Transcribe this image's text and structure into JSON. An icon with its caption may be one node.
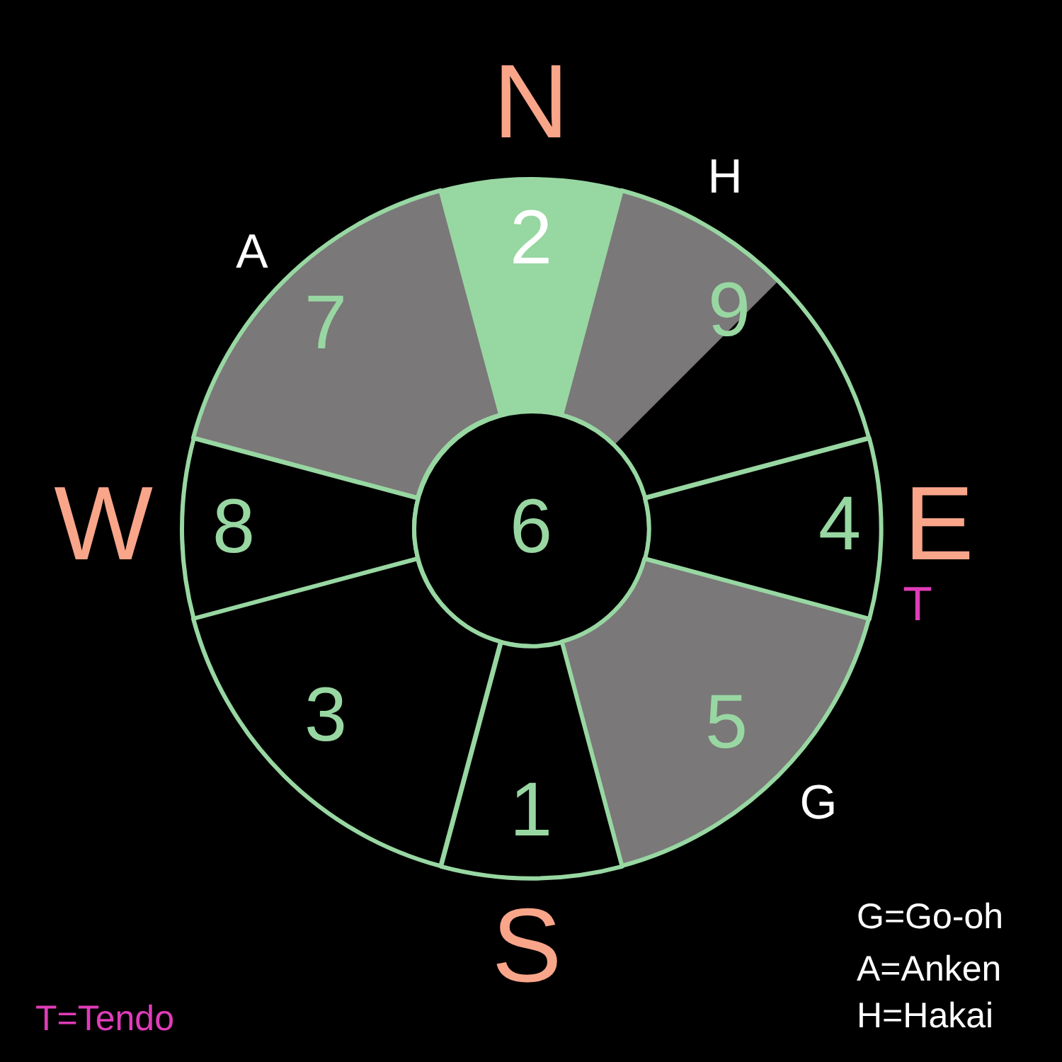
{
  "diagram": {
    "nodes": [
      {
        "text": [
          "2"
        ]
      },
      {
        "text": [
          "7"
        ]
      },
      {
        "text": [
          "9"
        ]
      },
      {
        "text": [
          "8"
        ]
      },
      {
        "text": [
          "6"
        ]
      },
      {
        "text": [
          "4"
        ]
      },
      {
        "text": [
          "3"
        ]
      },
      {
        "text": [
          "5"
        ]
      },
      {
        "text": [
          "1"
        ]
      }
    ],
    "labels": [
      "N",
      "H",
      "A",
      "W",
      "E",
      "T",
      "G",
      "S",
      "G=Go-oh",
      "A=Anken",
      "T=Tendo",
      "H=Hakai"
    ]
  }
}
